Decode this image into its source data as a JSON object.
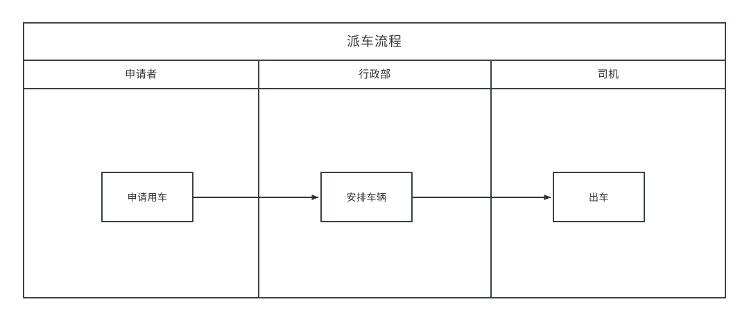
{
  "diagram": {
    "type": "swimlane-flowchart",
    "title": "派车流程",
    "background_color": "#ffffff",
    "line_color": "#39414a",
    "text_color": "#333333",
    "lanes": [
      {
        "id": "applicant",
        "label": "申请者"
      },
      {
        "id": "admin-dept",
        "label": "行政部"
      },
      {
        "id": "driver",
        "label": "司机"
      }
    ],
    "nodes": [
      {
        "id": "apply",
        "label": "申请用车",
        "lane": "applicant",
        "shape": "rectangle"
      },
      {
        "id": "arrange",
        "label": "安排车辆",
        "lane": "admin-dept",
        "shape": "rectangle"
      },
      {
        "id": "dispatch",
        "label": "出车",
        "lane": "driver",
        "shape": "rectangle"
      }
    ],
    "edges": [
      {
        "from": "apply",
        "to": "arrange",
        "label": "",
        "arrow": "filled-triangle"
      },
      {
        "from": "arrange",
        "to": "dispatch",
        "label": "",
        "arrow": "filled-triangle"
      }
    ]
  }
}
